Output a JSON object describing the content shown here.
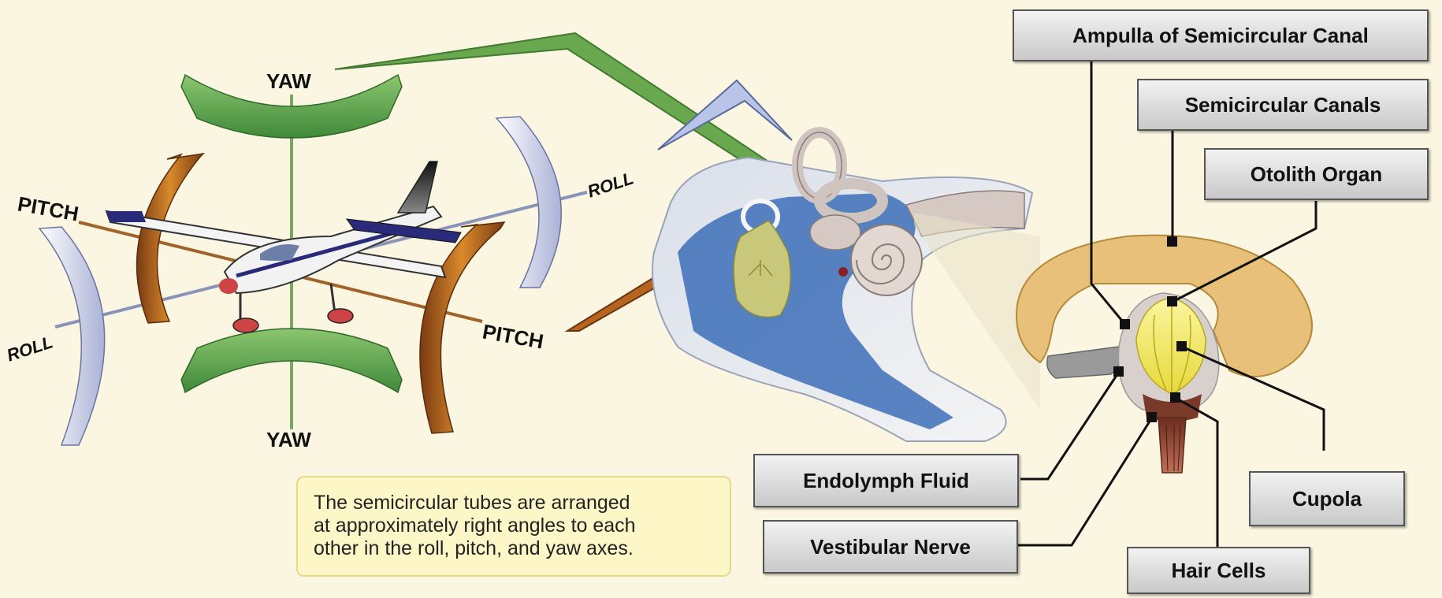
{
  "axes": {
    "yaw_top": "YAW",
    "yaw_bottom": "YAW",
    "pitch_left": "PITCH",
    "pitch_right": "PITCH",
    "roll_left": "ROLL",
    "roll_right": "ROLL"
  },
  "callouts": {
    "ampulla": "Ampulla of Semicircular Canal",
    "semicircular_canals": "Semicircular Canals",
    "otolith_organ": "Otolith Organ",
    "endolymph_fluid": "Endolymph Fluid",
    "vestibular_nerve": "Vestibular Nerve",
    "hair_cells": "Hair Cells",
    "cupola": "Cupola"
  },
  "note": {
    "line1": "The semicircular tubes are arranged",
    "line2": "at approximately right angles to each",
    "line3": "other in the roll, pitch, and yaw axes."
  },
  "colors": {
    "background": "#fbf6e1",
    "yaw_arrow": "#6aa84f",
    "pitch_arrow": "#b5651d",
    "roll_arrow": "#dfe3f2",
    "canal_fill": "#e8c07a",
    "cupola_fill": "#f2ea5a",
    "inner_ear_blue": "#3d6fb8"
  }
}
